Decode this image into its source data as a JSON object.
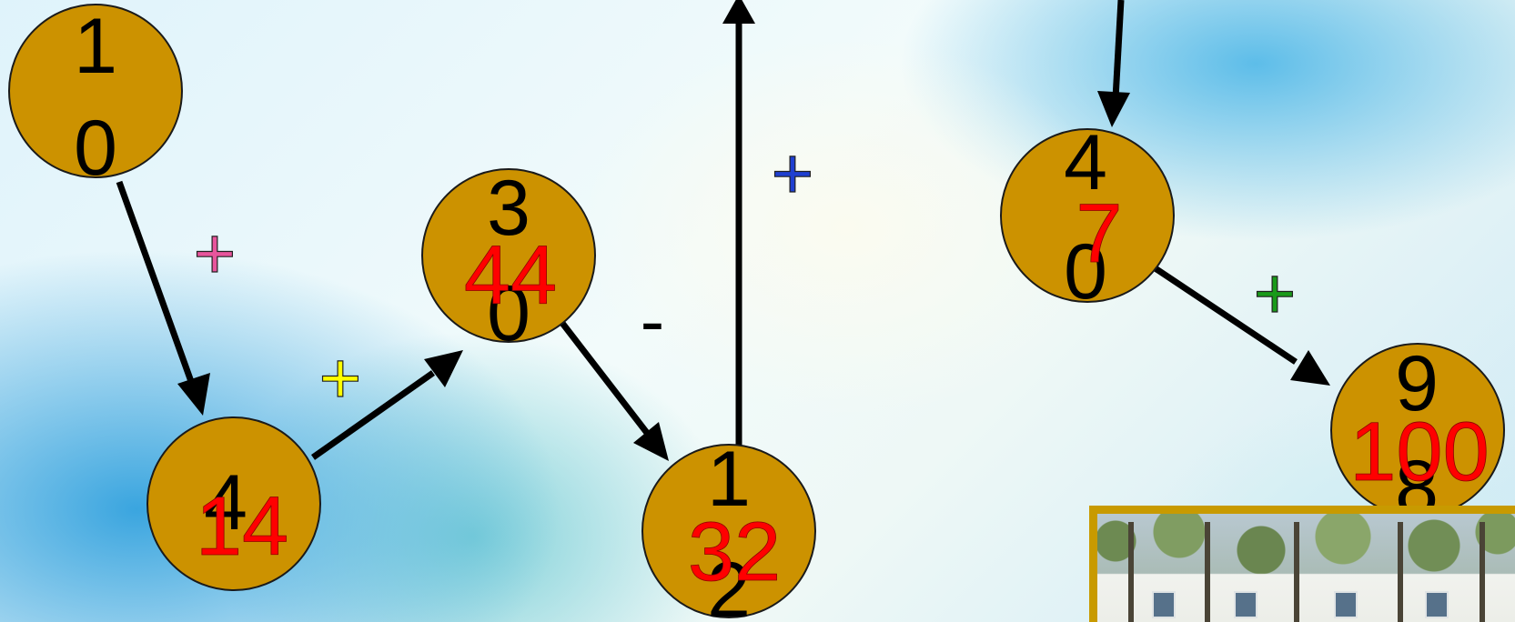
{
  "nodes": [
    {
      "id": "n1",
      "top": "1",
      "bottom": "0",
      "red": ""
    },
    {
      "id": "n2",
      "top": "",
      "bottom": "4",
      "red": "14"
    },
    {
      "id": "n3",
      "top": "3",
      "bottom": "0",
      "red": "44"
    },
    {
      "id": "n4",
      "top": "1",
      "bottom": "2",
      "red": "32"
    },
    {
      "id": "n5",
      "top": "4",
      "bottom": "0",
      "red": "7"
    },
    {
      "id": "n6",
      "top": "9",
      "bottom": "8",
      "red": "100"
    }
  ],
  "operators": [
    {
      "id": "op1",
      "symbol": "+",
      "color": "#e8559c"
    },
    {
      "id": "op2",
      "symbol": "+",
      "color": "#ffff00"
    },
    {
      "id": "op3",
      "symbol": "-",
      "color": "#000000"
    },
    {
      "id": "op4",
      "symbol": "+",
      "color": "#1f3fd0"
    },
    {
      "id": "op5",
      "symbol": "+",
      "color": "#1a9a1a"
    }
  ],
  "photo": {
    "icon": "school-building-photo"
  }
}
